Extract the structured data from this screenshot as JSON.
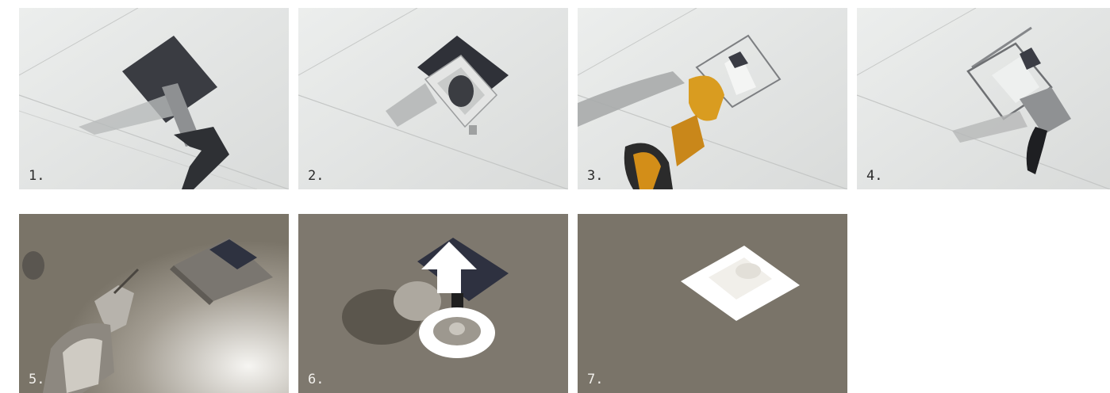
{
  "steps": [
    {
      "label": "1.",
      "illustration": "saw-cutting-ceiling-opening"
    },
    {
      "label": "2.",
      "illustration": "inserting-square-frame"
    },
    {
      "label": "3.",
      "illustration": "drill-fixing-frame"
    },
    {
      "label": "4.",
      "illustration": "spatula-plastering"
    },
    {
      "label": "5.",
      "illustration": "spray-painting-ceiling"
    },
    {
      "label": "6.",
      "illustration": "inserting-light-module"
    },
    {
      "label": "7.",
      "illustration": "installed-recessed-light"
    }
  ]
}
